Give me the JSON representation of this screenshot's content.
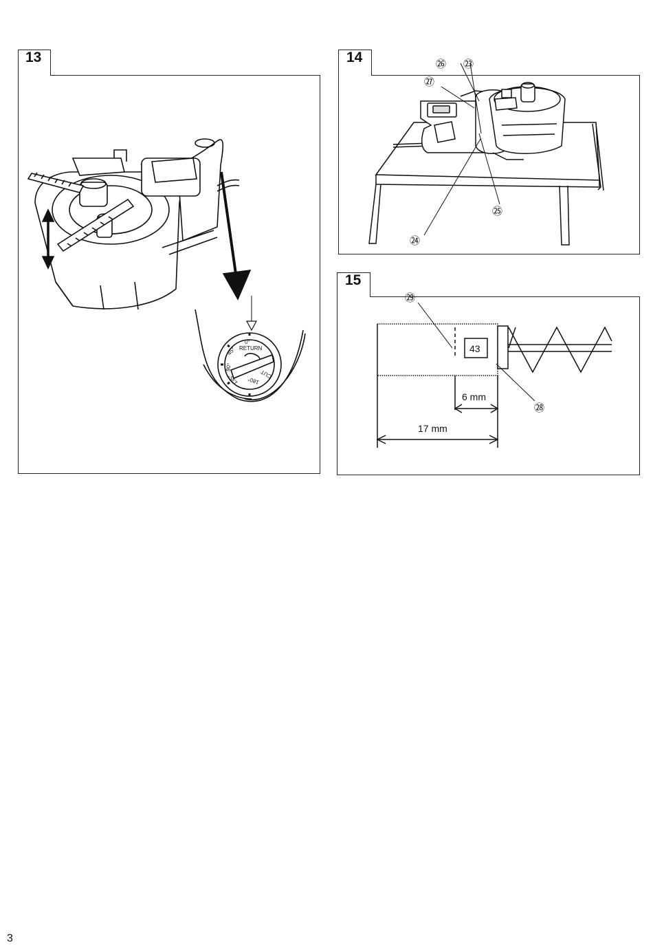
{
  "page": {
    "number": "3"
  },
  "figures": [
    {
      "id": "13",
      "number": "13",
      "dial": {
        "labels": [
          "0°",
          "RETURN",
          "45°",
          "90°",
          "135°",
          "180°",
          "CUT"
        ]
      }
    },
    {
      "id": "14",
      "number": "14",
      "callouts": [
        "㉖",
        "㉓",
        "㉗",
        "㉕",
        "㉔"
      ]
    },
    {
      "id": "15",
      "number": "15",
      "callouts": [
        "㉙",
        "㉘"
      ],
      "box_value": "43",
      "dimensions": [
        "6 mm",
        "17 mm"
      ]
    }
  ]
}
